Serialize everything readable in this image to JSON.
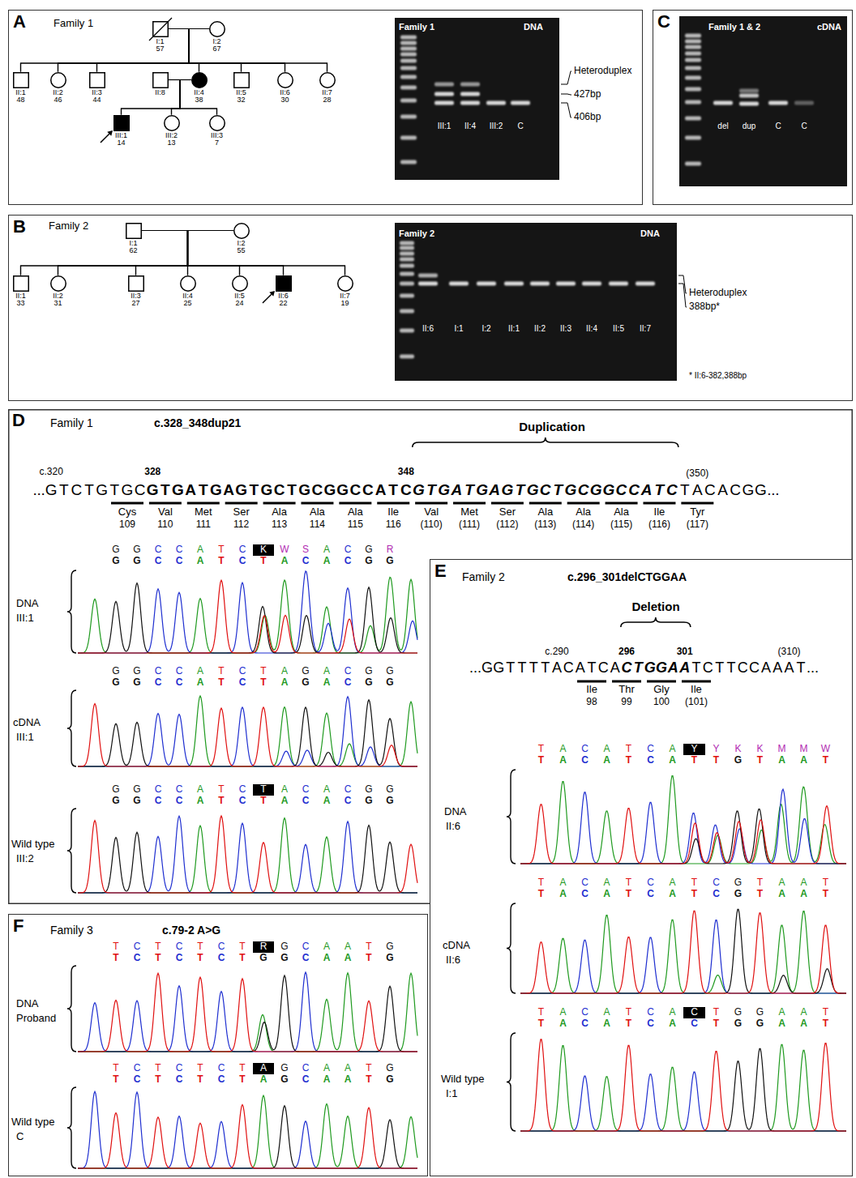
{
  "diagram": {
    "nodes": [
      {
        "text": [
          "A"
        ]
      },
      {
        "text": [
          "C"
        ]
      },
      {
        "text": [
          "B"
        ]
      },
      {
        "text": [
          "D"
        ]
      },
      {
        "text": [
          "E"
        ]
      },
      {
        "text": [
          "F"
        ]
      },
      {
        "text": [
          "I:1",
          "57"
        ],
        "in": 0
      },
      {
        "text": [
          "I:2",
          "67"
        ],
        "in": 0
      },
      {
        "text": [
          "II:1",
          "48"
        ],
        "in": 0
      },
      {
        "text": [
          "II:2",
          "46"
        ],
        "in": 0
      },
      {
        "text": [
          "II:3",
          "44"
        ],
        "in": 0
      },
      {
        "text": [
          "II:8"
        ],
        "in": 0
      },
      {
        "text": [
          "II:4",
          "38"
        ],
        "in": 0
      },
      {
        "text": [
          "II:5",
          "32"
        ],
        "in": 0
      },
      {
        "text": [
          "II:6",
          "30"
        ],
        "in": 0
      },
      {
        "text": [
          "II:7",
          "28"
        ],
        "in": 0
      },
      {
        "text": [
          "III:1",
          "14"
        ],
        "in": 0
      },
      {
        "text": [
          "III:2",
          "13"
        ],
        "in": 0
      },
      {
        "text": [
          "III:3",
          "7"
        ],
        "in": 0
      },
      {
        "text": [
          "I:1",
          "62"
        ],
        "in": 2
      },
      {
        "text": [
          "I:2",
          "55"
        ],
        "in": 2
      },
      {
        "text": [
          "II:1",
          "33"
        ],
        "in": 2
      },
      {
        "text": [
          "II:2",
          "31"
        ],
        "in": 2
      },
      {
        "text": [
          "II:3",
          "27"
        ],
        "in": 2
      },
      {
        "text": [
          "II:4",
          "25"
        ],
        "in": 2
      },
      {
        "text": [
          "II:5",
          "24"
        ],
        "in": 2
      },
      {
        "text": [
          "II:6",
          "22"
        ],
        "in": 2
      },
      {
        "text": [
          "II:7",
          "19"
        ],
        "in": 2
      }
    ],
    "edges": [
      {
        "from": 6,
        "to": 7,
        "arrow": "none"
      },
      {
        "from": 6,
        "to": 8,
        "arrow": "none"
      },
      {
        "from": 6,
        "to": 9,
        "arrow": "none"
      },
      {
        "from": 6,
        "to": 10,
        "arrow": "none"
      },
      {
        "from": 6,
        "to": 12,
        "arrow": "none"
      },
      {
        "from": 6,
        "to": 13,
        "arrow": "none"
      },
      {
        "from": 6,
        "to": 14,
        "arrow": "none"
      },
      {
        "from": 6,
        "to": 15,
        "arrow": "none"
      },
      {
        "from": 7,
        "to": 8,
        "arrow": "none"
      },
      {
        "from": 7,
        "to": 9,
        "arrow": "none"
      },
      {
        "from": 7,
        "to": 10,
        "arrow": "none"
      },
      {
        "from": 7,
        "to": 12,
        "arrow": "none"
      },
      {
        "from": 7,
        "to": 13,
        "arrow": "none"
      },
      {
        "from": 7,
        "to": 14,
        "arrow": "none"
      },
      {
        "from": 7,
        "to": 15,
        "arrow": "none"
      },
      {
        "from": 11,
        "to": 12,
        "arrow": "none"
      },
      {
        "from": 11,
        "to": 16,
        "arrow": "none"
      },
      {
        "from": 11,
        "to": 17,
        "arrow": "none"
      },
      {
        "from": 11,
        "to": 18,
        "arrow": "none"
      },
      {
        "from": 12,
        "to": 16,
        "arrow": "none"
      },
      {
        "from": 12,
        "to": 17,
        "arrow": "none"
      },
      {
        "from": 12,
        "to": 18,
        "arrow": "none"
      },
      {
        "from": 19,
        "to": 20,
        "arrow": "none"
      },
      {
        "from": 19,
        "to": 21,
        "arrow": "none"
      },
      {
        "from": 19,
        "to": 22,
        "arrow": "none"
      },
      {
        "from": 19,
        "to": 23,
        "arrow": "none"
      },
      {
        "from": 19,
        "to": 24,
        "arrow": "none"
      },
      {
        "from": 19,
        "to": 25,
        "arrow": "none"
      },
      {
        "from": 19,
        "to": 26,
        "arrow": "none"
      },
      {
        "from": 19,
        "to": 27,
        "arrow": "none"
      },
      {
        "from": 20,
        "to": 21,
        "arrow": "none"
      },
      {
        "from": 20,
        "to": 22,
        "arrow": "none"
      },
      {
        "from": 20,
        "to": 23,
        "arrow": "none"
      },
      {
        "from": 20,
        "to": 24,
        "arrow": "none"
      },
      {
        "from": 20,
        "to": 25,
        "arrow": "none"
      },
      {
        "from": 20,
        "to": 26,
        "arrow": "none"
      },
      {
        "from": 20,
        "to": 27,
        "arrow": "none"
      }
    ],
    "labels": [
      "Family 1",
      "Family 1",
      "DNA",
      "III:1",
      "II:4",
      "III:2",
      "C",
      "Heteroduplex",
      "427bp",
      "406bp",
      "Family 1 & 2",
      "cDNA",
      "del",
      "dup",
      "C",
      "C",
      "Family 2",
      "Family 2",
      "DNA",
      "II:6",
      "I:1",
      "I:2",
      "II:1",
      "II:2",
      "II:3",
      "II:4",
      "II:5",
      "II:7",
      "Heteroduplex",
      "388bp*",
      "* II:6-382,388bp",
      "Family 1",
      "c.328_348dup21",
      "Duplication",
      "c.320",
      "328",
      "348",
      "(350)",
      "...GTCTGTGC",
      "GTGATGAGTGCTGCGGCCATC",
      "GTGATGAGTGCTGCGGCCATC",
      "TACACGG...",
      "Cys",
      "Val",
      "Met",
      "Ser",
      "Ala",
      "Ala",
      "Ala",
      "Ile",
      "Val",
      "Met",
      "Ser",
      "Ala",
      "Ala",
      "Ala",
      "Ile",
      "Tyr",
      "109",
      "110",
      "111",
      "112",
      "113",
      "114",
      "115",
      "116",
      "(110)",
      "(111)",
      "(112)",
      "(113)",
      "(114)",
      "(115)",
      "(116)",
      "(117)",
      "DNA",
      "III:1",
      "GGCCATCKWSACGR",
      "GGCCATCTACACGG",
      "cDNA",
      "III:1",
      "GGCCATCTAGACGG",
      "GGCCATCTAGACGG",
      "Wild type",
      "III:2",
      "GGCCATCTACACGG",
      "GGCCATCTACACGG",
      "Family 2",
      "c.296_301delCTGGAA",
      "Deletion",
      "c.290",
      "296",
      "301",
      "(310)",
      "...GGTTTTACATCA",
      "CTGGAA",
      "TCTTCCAAAT...",
      "Ile",
      "Thr",
      "Gly",
      "Ile",
      "98",
      "99",
      "100",
      "(101)",
      "DNA",
      "II:6",
      "TACATCAYYKKMMW",
      "TACATCATTGTAAT",
      "cDNA",
      "II:6",
      "TACATCATCGTAAT",
      "TACATCATCGTAAT",
      "Wild type",
      "I:1",
      "TACATCACTGGAAT",
      "TACATCACTGGAAT",
      "Family 3",
      "c.79-2 A>G",
      "DNA",
      "Proband",
      "TCTCTCTRGCAATG",
      "TCTCTCTGGCAATG",
      "Wild type",
      "C",
      "TCTCTCTAGCAATG",
      "TCTCTCTAGCAATG"
    ]
  }
}
